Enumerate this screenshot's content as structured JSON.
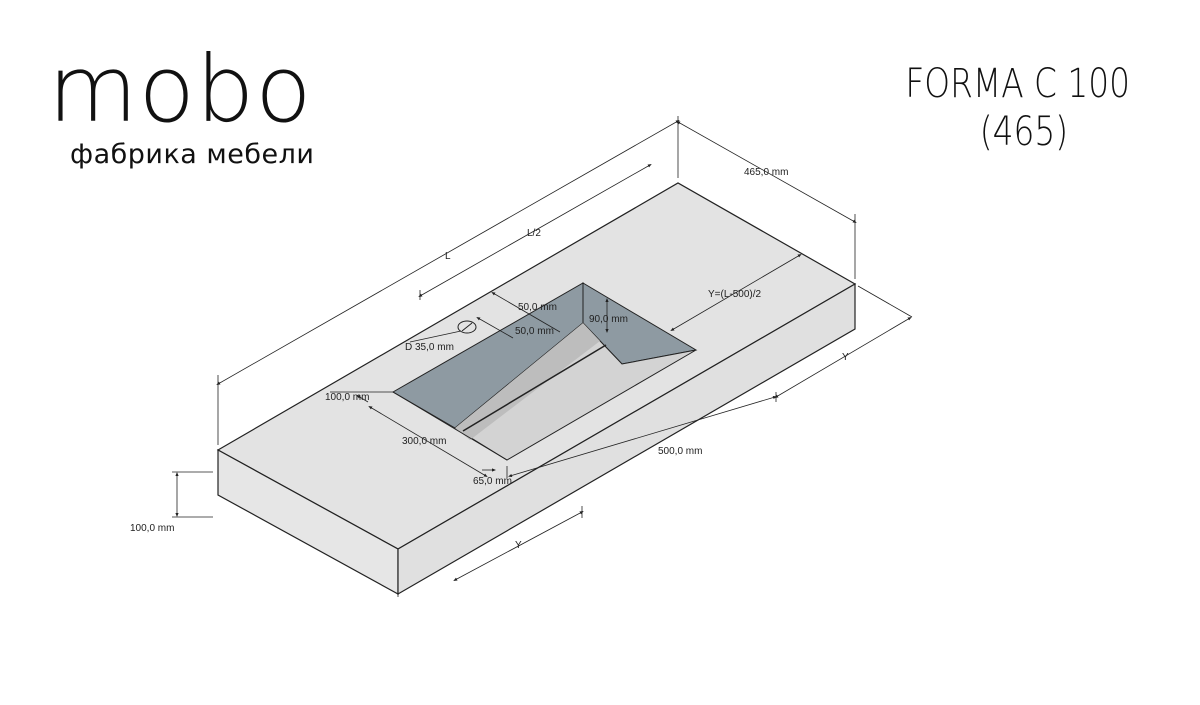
{
  "brand": {
    "logo": "mobo",
    "tagline": "фабрика мебели"
  },
  "title": {
    "line1": "FORMA C 100",
    "line2": "(465)"
  },
  "dimensions": {
    "length": "L",
    "half_length": "L/2",
    "depth": "465,0 mm",
    "offset_formula": "Y=(L-500)/2",
    "tap_offset_top": "50,0 mm",
    "tap_offset_side": "50,0 mm",
    "tap_hole": "D 35,0 mm",
    "bowl_depth": "90,0 mm",
    "front_margin": "100,0 mm",
    "bowl_width": "300,0 mm",
    "bowl_length": "500,0 mm",
    "drain_offset": "65,0 mm",
    "thickness": "100,0 mm",
    "side_y_right": "Y",
    "side_y_front": "Y"
  },
  "colors": {
    "top_surface": "#e3e3e3",
    "front_face": "#e6e6e6",
    "side_face": "#e0e0e0",
    "bowl_wall": "#8e9aa2",
    "bowl_floor": "#d3d3d3",
    "outline": "#222222"
  }
}
